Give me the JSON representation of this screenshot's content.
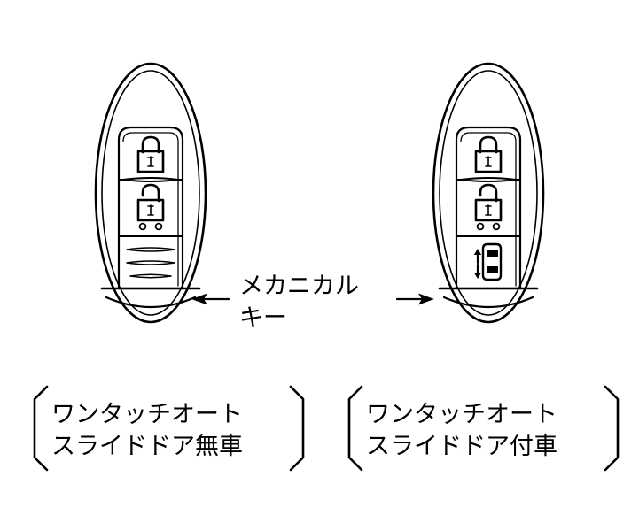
{
  "figure": {
    "title": "Nissan intelligent key (smart key) variants diagram",
    "background_color": "#ffffff",
    "line_color": "#000000"
  },
  "callout": {
    "text_line1": "メカニカル",
    "text_line2": "キー",
    "left_arrow": "arrow-left",
    "right_arrow": "arrow-right"
  },
  "keys": [
    {
      "id": "left-key-fob",
      "caption_line1": "ワンタッチオート",
      "caption_line2": "スライドドア無車",
      "buttons": [
        {
          "name": "lock-button",
          "icon": "padlock-closed-icon"
        },
        {
          "name": "unlock-button",
          "icon": "padlock-open-icon"
        },
        {
          "name": "blank-panel",
          "icon": "grip-lines-icon"
        }
      ]
    },
    {
      "id": "right-key-fob",
      "caption_line1": "ワンタッチオート",
      "caption_line2": "スライドドア付車",
      "buttons": [
        {
          "name": "lock-button",
          "icon": "padlock-closed-icon"
        },
        {
          "name": "unlock-button",
          "icon": "padlock-open-icon"
        },
        {
          "name": "slide-door-button",
          "icon": "sliding-door-car-icon"
        }
      ]
    }
  ]
}
